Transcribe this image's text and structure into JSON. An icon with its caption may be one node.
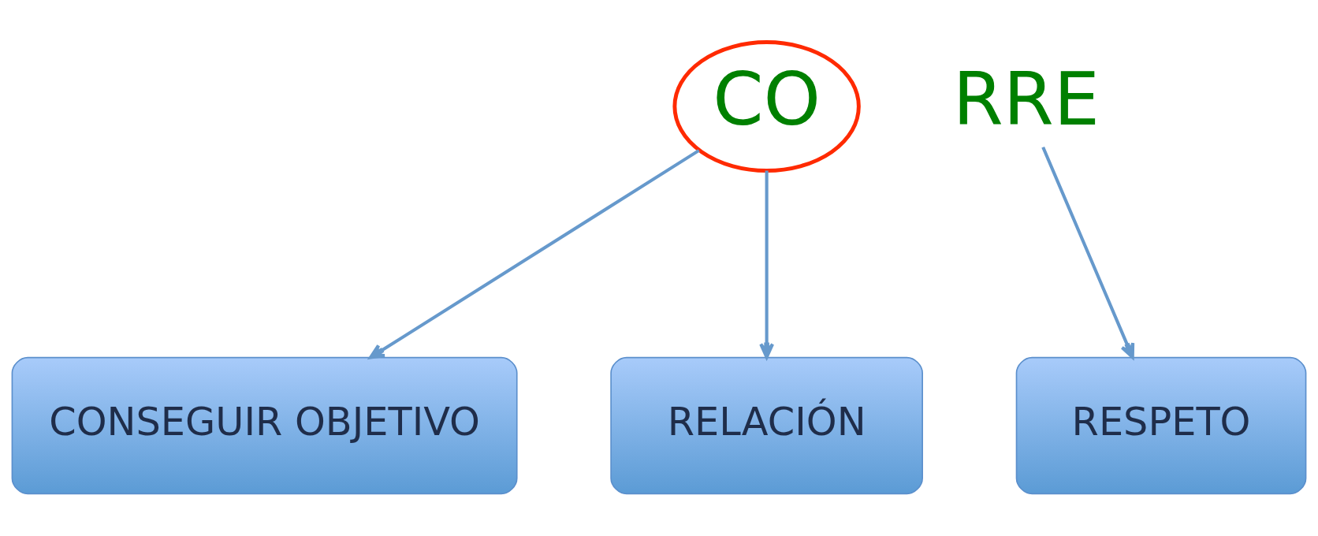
{
  "diagram": {
    "nodes": [
      {
        "text": [
          "CO"
        ]
      },
      {
        "text": [
          "RRE"
        ]
      },
      {
        "text": [
          "CONSEGUIR OBJETIVO"
        ]
      },
      {
        "text": [
          "RELACIÓN"
        ]
      },
      {
        "text": [
          "RESPETO"
        ]
      }
    ],
    "edges": [
      {
        "from": 0,
        "to": 2,
        "arrow": "to"
      },
      {
        "from": 0,
        "to": 3,
        "arrow": "to"
      },
      {
        "from": 1,
        "to": 4,
        "arrow": "to"
      }
    ]
  }
}
